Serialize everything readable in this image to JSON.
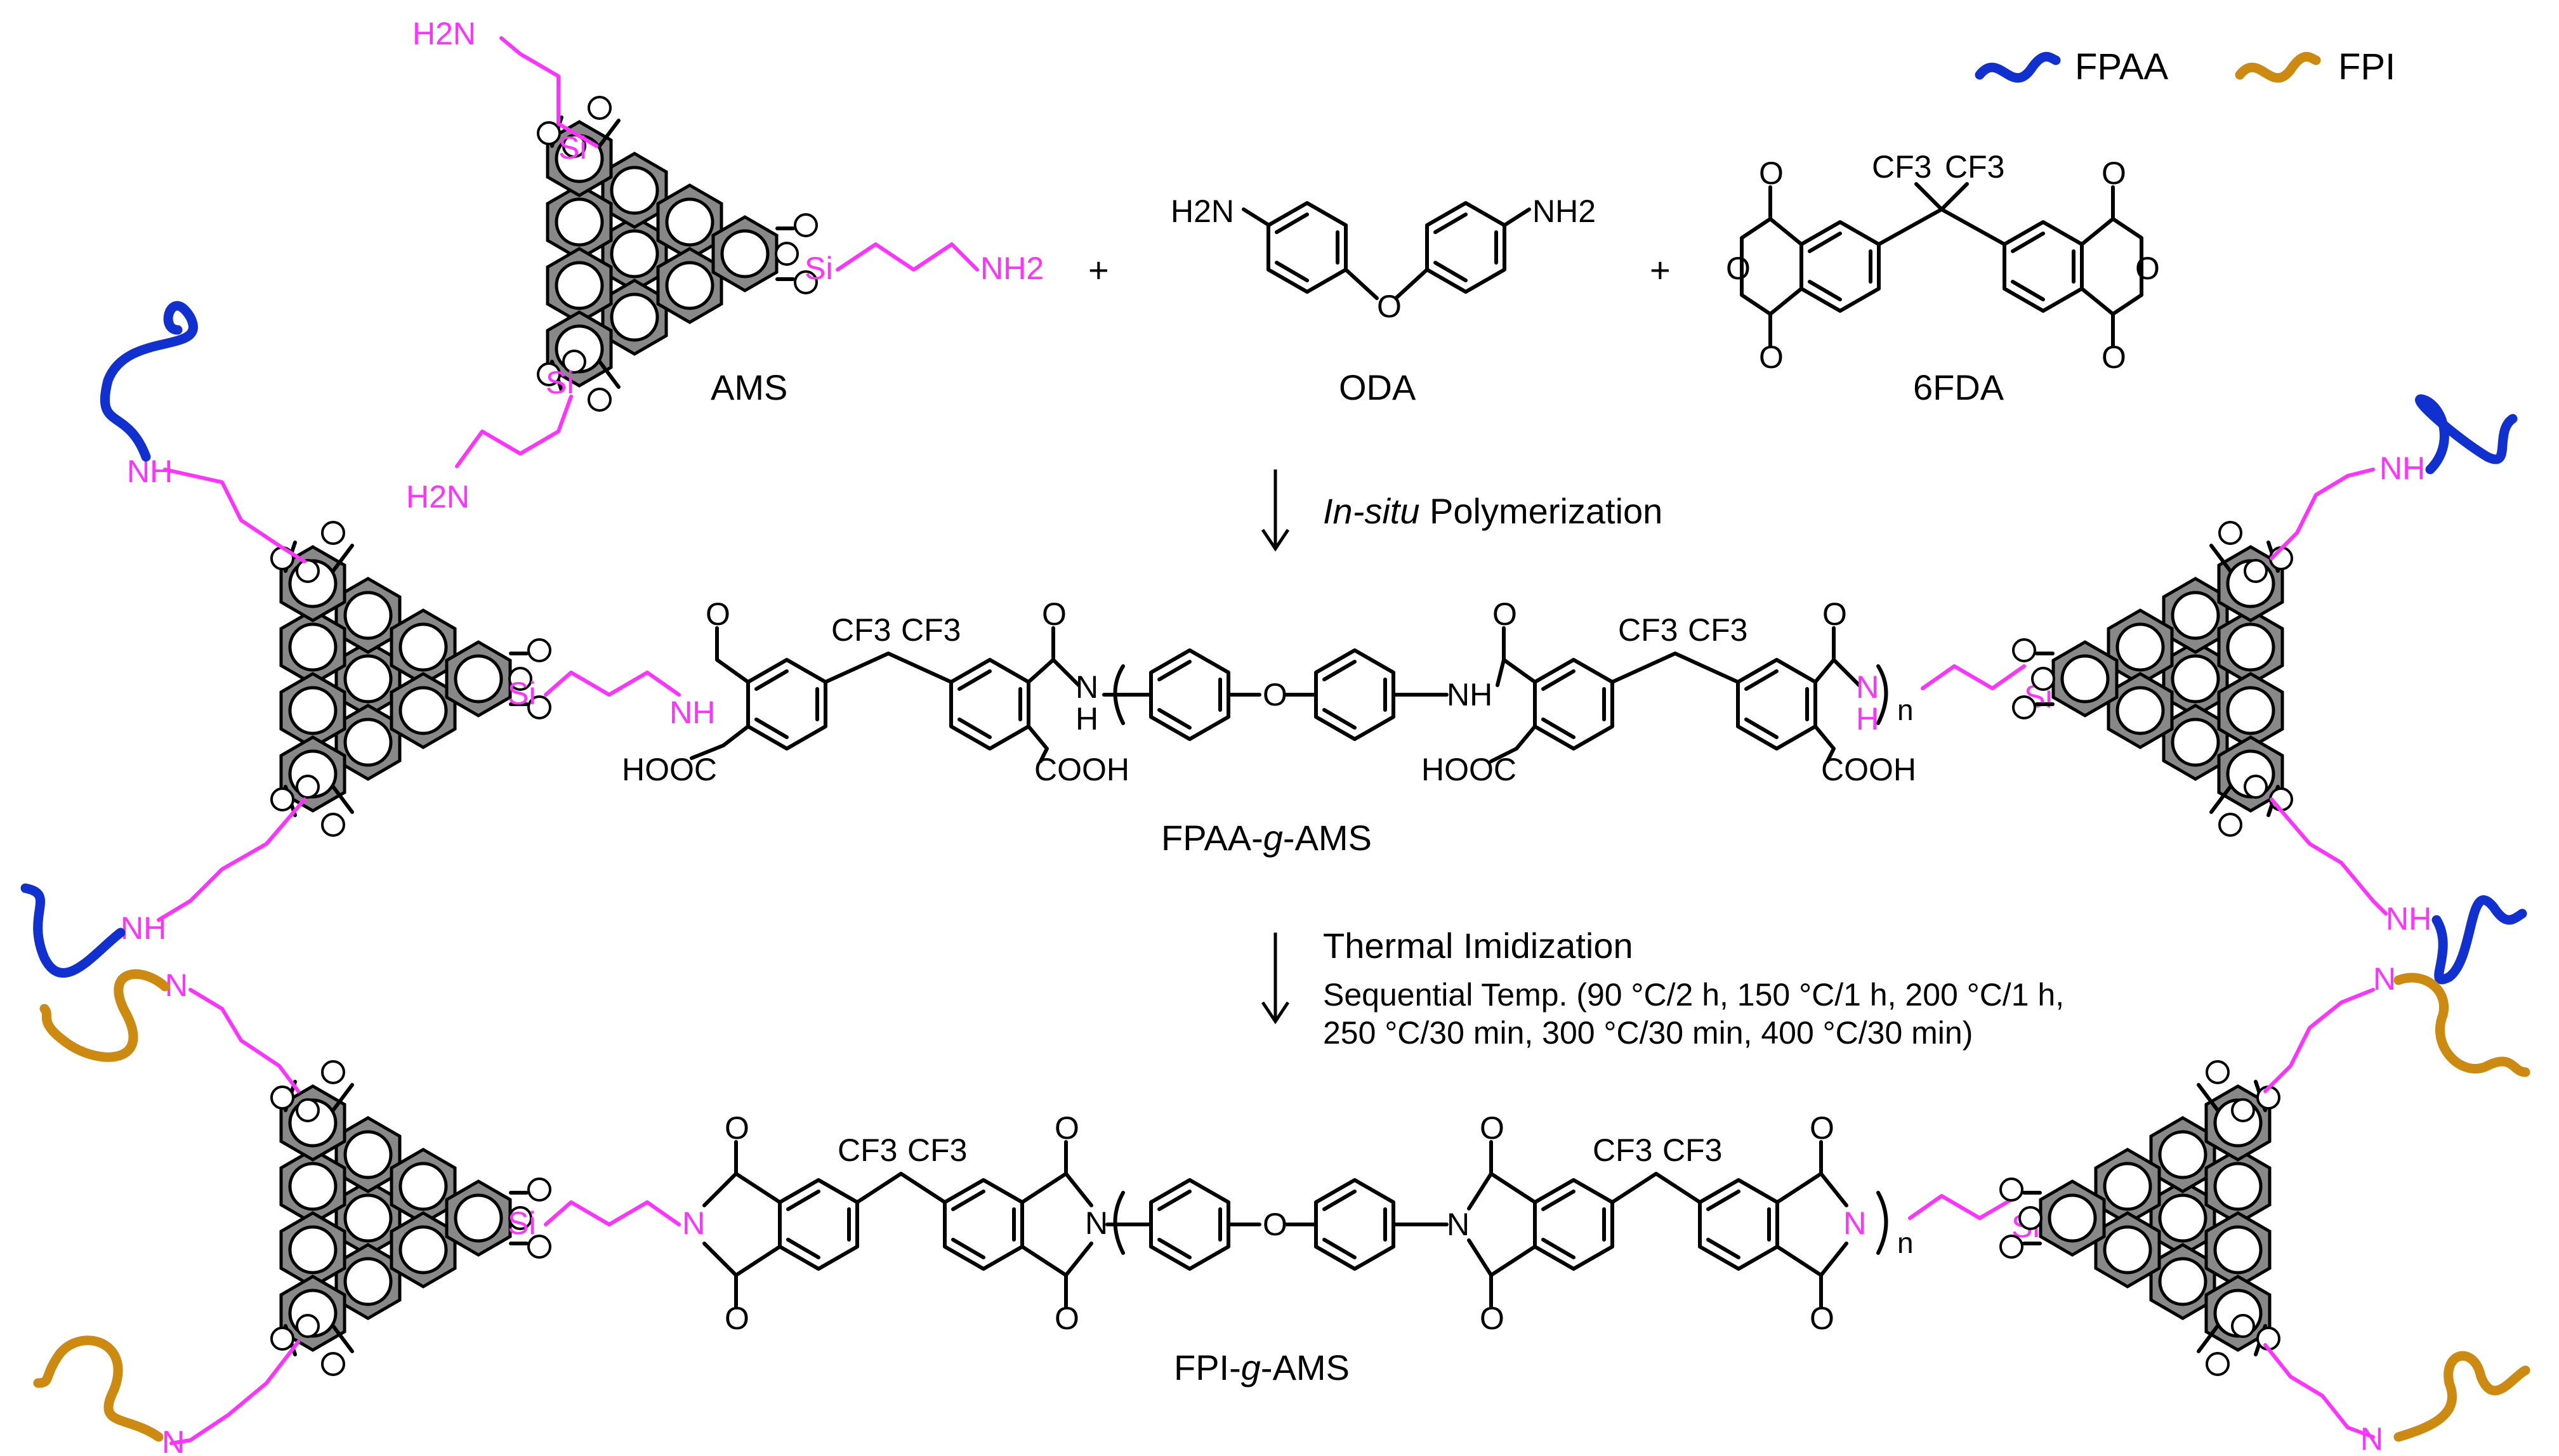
{
  "legend": {
    "fpaa_label": "FPAA",
    "fpi_label": "FPI",
    "fpaa_color": "#1030d0",
    "fpi_color": "#cc8a10"
  },
  "reactants": {
    "ams_label": "AMS",
    "oda_label": "ODA",
    "fda_label": "6FDA",
    "plus": "+",
    "h2n": "H2N",
    "nh2": "NH2",
    "cf3": "CF3",
    "o": "O",
    "si": "Si"
  },
  "steps": {
    "step1_italic": "In-situ",
    "step1_rest": " Polymerization",
    "step2_title": "Thermal Imidization",
    "step2_line1": "Sequential Temp. (90 °C/2 h, 150 °C/1 h, 200 °C/1 h,",
    "step2_line2": "250 °C/30 min, 300 °C/30 min, 400 °C/30 min)"
  },
  "products": {
    "fpaa_prefix": "FPAA-",
    "fpaa_italic": "g",
    "fpaa_suffix": "-AMS",
    "fpi_prefix": "FPI-",
    "fpi_italic": "g",
    "fpi_suffix": "-AMS",
    "hooc": "HOOC",
    "cooh": "COOH",
    "nh": "NH",
    "n": "N",
    "h": "H",
    "sub_n": "n"
  },
  "colors": {
    "linker": "#ff33ff",
    "core_fill": "#888888"
  }
}
